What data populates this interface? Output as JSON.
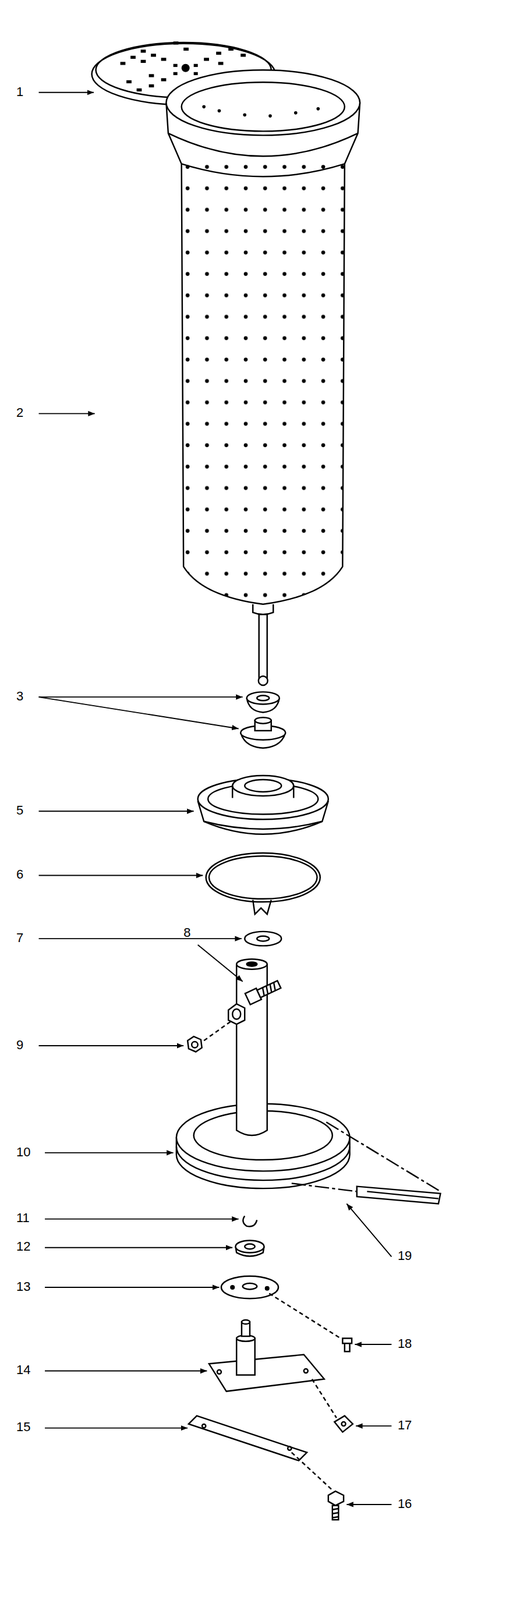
{
  "diagram": {
    "labels": [
      "1",
      "2",
      "3",
      "5",
      "6",
      "7",
      "8",
      "9",
      "10",
      "11",
      "12",
      "13",
      "14",
      "15",
      "16",
      "17",
      "18",
      "19"
    ]
  }
}
